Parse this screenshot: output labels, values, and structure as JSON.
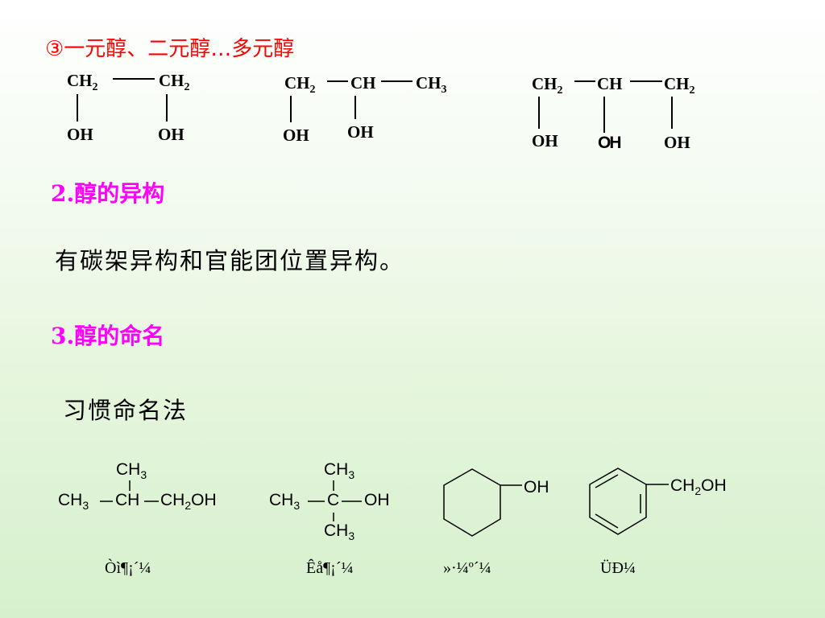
{
  "section_title": "③一元醇、二元醇…多元醇",
  "heading_isomer": "2.醇的异构",
  "isomer_text": "有碳架异构和官能团位置异构。",
  "heading_naming": "3.醇的命名",
  "subheading_common": "习惯命名法",
  "glycol": {
    "ch2_left": "CH",
    "ch2_right": "CH",
    "sub2": "2",
    "oh_left": "OH",
    "oh_right": "OH"
  },
  "propanediol": {
    "ch2": "CH",
    "ch": "CH",
    "ch3": "CH",
    "sub2": "2",
    "sub3": "3",
    "oh1": "OH",
    "oh2": "OH"
  },
  "glycerol": {
    "ch2_left": "CH",
    "ch": "CH",
    "ch2_right": "CH",
    "sub2": "2",
    "oh1": "OH",
    "oh2": "OH",
    "oh3": "OH"
  },
  "isobutanol": {
    "ch3_top": "CH",
    "ch3_left": "CH",
    "ch": "CH",
    "ch2oh_a": "CH",
    "ch2oh_b": "OH",
    "sub2": "2",
    "sub3": "3"
  },
  "tbutanol": {
    "ch3_top": "CH",
    "ch3_left": "CH",
    "c": "C",
    "oh": "OH",
    "ch3_bottom": "CH",
    "sub3": "3"
  },
  "cyclohexanol": {
    "oh": "OH"
  },
  "benzyl": {
    "ch2oh_a": "CH",
    "ch2oh_b": "OH",
    "sub2": "2"
  },
  "garbled_labels": [
    "Òì¶¡´¼",
    "Êå¶¡´¼",
    "»·¼º´¼",
    "ÜÐ¼"
  ]
}
